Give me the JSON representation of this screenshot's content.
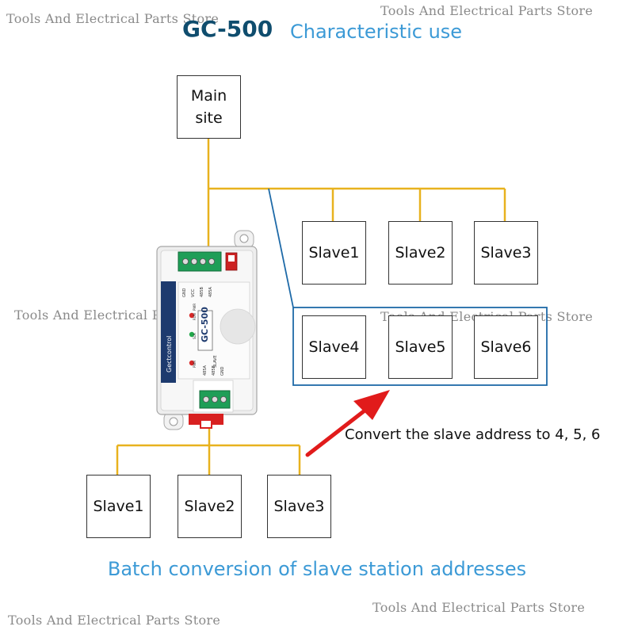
{
  "watermark": "Tools And Electrical Parts Store",
  "header": {
    "title": "GC-500",
    "subtitle": "Characteristic use"
  },
  "main_site": {
    "label": "Main\nsite"
  },
  "top_slaves": [
    "Slave1",
    "Slave2",
    "Slave3"
  ],
  "converted_slaves": [
    "Slave4",
    "Slave5",
    "Slave6"
  ],
  "bottom_slaves": [
    "Slave1",
    "Slave2",
    "Slave3"
  ],
  "device": {
    "model": "GC-500",
    "brand": "Gectcontrol",
    "top_terminals": [
      "GND",
      "VCC",
      "485B",
      "485A"
    ],
    "bottom_label": "SLAVE",
    "bottom_terminals": [
      "485A",
      "485B",
      "GND"
    ],
    "leds": [
      "RUN",
      "PWR",
      "SLA",
      "PWR"
    ]
  },
  "annotation": "Convert the slave address to 4, 5, 6",
  "footer": "Batch conversion of slave station addresses",
  "colors": {
    "wire": "#e8b21e",
    "highlight_frame": "#1e6aa8",
    "arrow": "#e11b1b",
    "title": "#0f4d6e",
    "accent": "#3c9ad6"
  }
}
